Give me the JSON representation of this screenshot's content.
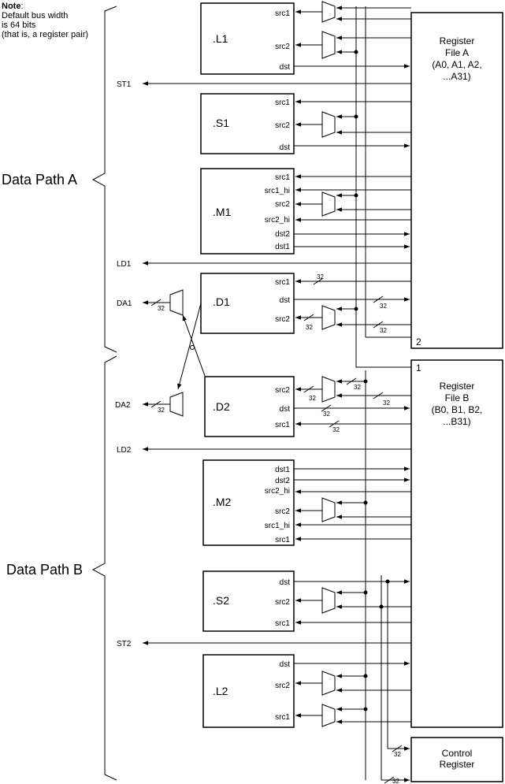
{
  "note": {
    "bold": "Note",
    "lines": [
      ": ",
      "Default bus width",
      "is 64 bits",
      "(that is, a register pair)"
    ]
  },
  "data_paths": {
    "a": "Data Path A",
    "b": "Data Path B"
  },
  "register_files": {
    "a": {
      "lines": [
        "Register",
        "File A",
        "(A0, A1, A2,",
        "...A31)"
      ]
    },
    "b": {
      "lines": [
        "Register",
        "File B",
        "(B0, B1, B2,",
        "...B31)"
      ]
    },
    "control": {
      "lines": [
        "Control",
        "Register"
      ]
    }
  },
  "port_numbers": {
    "a": "2",
    "b": "1"
  },
  "units": {
    "L1": {
      "name": ".L1",
      "ports": [
        "src1",
        "src2",
        "dst"
      ]
    },
    "S1": {
      "name": ".S1",
      "ports": [
        "src1",
        "src2",
        "dst"
      ]
    },
    "M1": {
      "name": ".M1",
      "ports": [
        "src1",
        "src1_hi",
        "src2",
        "src2_hi",
        "dst2",
        "dst1"
      ]
    },
    "D1": {
      "name": ".D1",
      "ports": [
        "src1",
        "dst",
        "src2"
      ]
    },
    "D2": {
      "name": ".D2",
      "ports": [
        "src2",
        "dst",
        "src1"
      ]
    },
    "M2": {
      "name": ".M2",
      "ports": [
        "dst1",
        "dst2",
        "src2_hi",
        "src2",
        "src1_hi",
        "src1"
      ]
    },
    "S2": {
      "name": ".S2",
      "ports": [
        "dst",
        "src2",
        "src1"
      ]
    },
    "L2": {
      "name": ".L2",
      "ports": [
        "dst",
        "src2",
        "src1"
      ]
    }
  },
  "external_signals": [
    "ST1",
    "LD1",
    "DA1",
    "DA2",
    "LD2",
    "ST2"
  ],
  "bus_width_label": "32"
}
